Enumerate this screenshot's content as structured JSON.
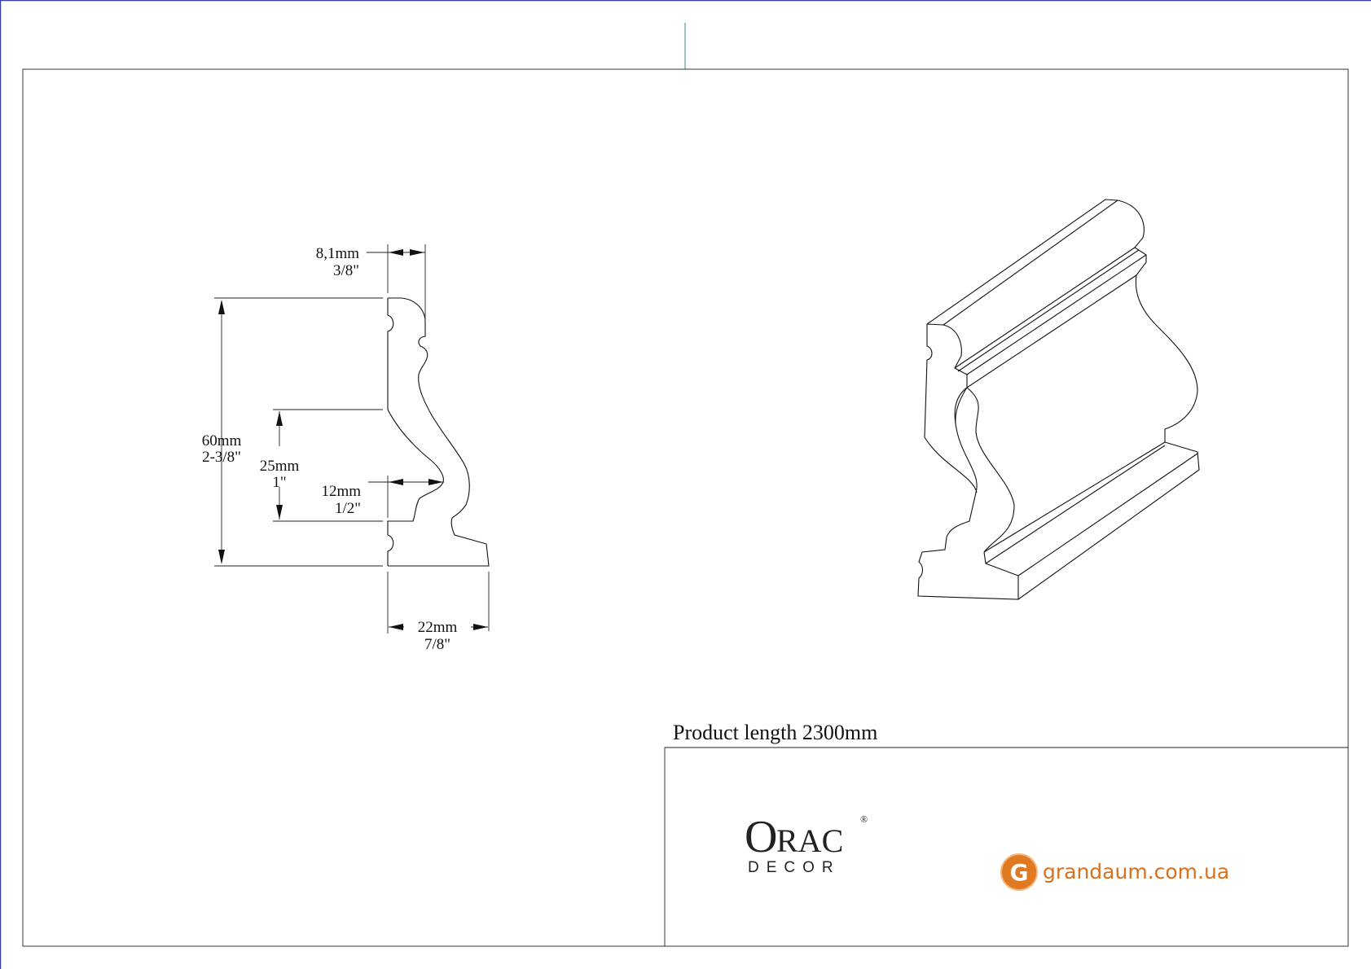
{
  "drawing": {
    "dimensions": {
      "width_top": {
        "mm": "8,1mm",
        "inch": "3/8\""
      },
      "height_total": {
        "mm": "60mm",
        "inch": "2-3/8\""
      },
      "height_lower": {
        "mm": "25mm",
        "inch": "1\""
      },
      "depth_mid": {
        "mm": "12mm",
        "inch": "1/2\""
      },
      "depth_total": {
        "mm": "22mm",
        "inch": "7/8\""
      }
    },
    "product_length": "Product length 2300mm"
  },
  "title_block": {
    "brand_logo": {
      "main": "ORAC",
      "first_letter": "O",
      "rest": "RAC",
      "registered": "®",
      "sub": "DECOR"
    },
    "dealer_logo": {
      "icon_letter": "G",
      "text": "grandaum.com.ua"
    }
  },
  "colors": {
    "line": "#111111",
    "dealer_orange": "#d9701c",
    "page_border": "#3a3f9a",
    "center_mark": "#3a8a8a"
  }
}
